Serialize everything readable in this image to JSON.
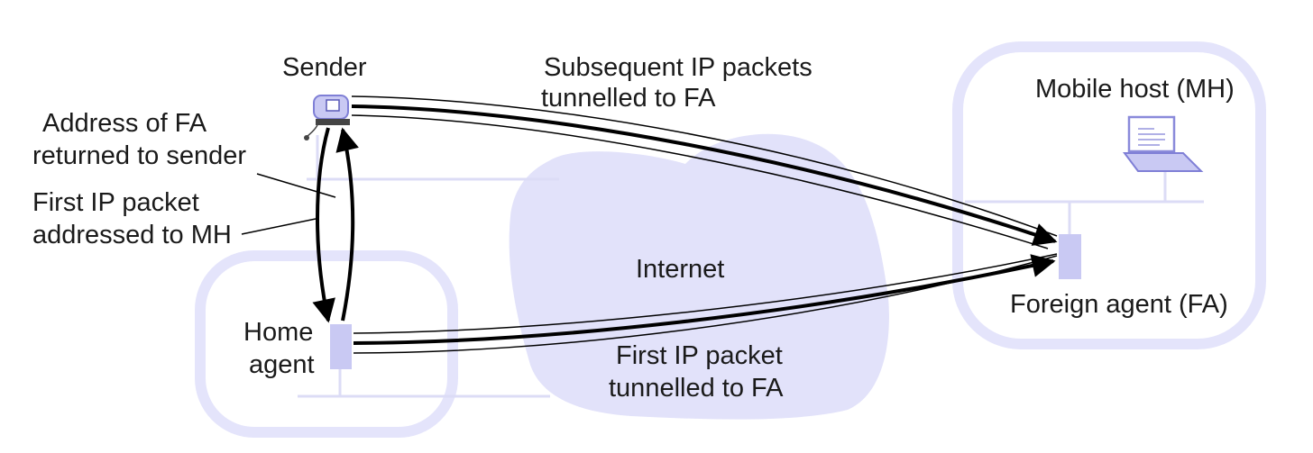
{
  "labels": {
    "sender": "Sender",
    "subsequent_line1": "Subsequent IP packets",
    "subsequent_line2": "tunnelled to FA",
    "mobile_host": "Mobile host (MH)",
    "address_line1": "Address of FA",
    "address_line2": "returned to sender",
    "first_addressed_line1": "First IP packet",
    "first_addressed_line2": "addressed to MH",
    "internet": "Internet",
    "foreign_agent": "Foreign agent (FA)",
    "home_line1": "Home",
    "home_line2": "agent",
    "first_tunnelled_line1": "First IP packet",
    "first_tunnelled_line2": "tunnelled to FA"
  },
  "colors": {
    "region_outline": "#e4e4fb",
    "internet_cloud": "#e2e2fa",
    "agent_box": "#c9c9f3",
    "network_line": "#dcdcf6",
    "arrow": "#000000",
    "text": "#1a1a1a"
  },
  "icons": {
    "sender": "desktop-computer-icon",
    "mobile_host": "laptop-icon"
  }
}
